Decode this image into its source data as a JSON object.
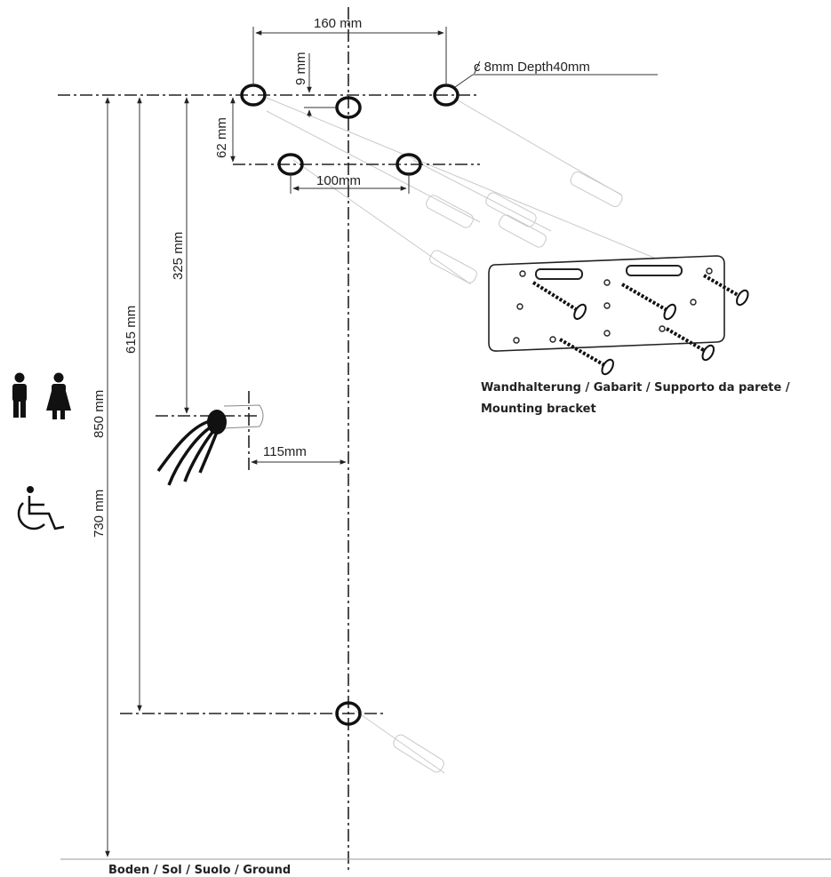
{
  "dimensions": {
    "d160": "160 mm",
    "d9": "9 mm",
    "hole": "ȼ 8mm  Depth40mm",
    "d62": "62 mm",
    "d100": "100mm",
    "d325": "325 mm",
    "d615": "615 mm",
    "d850": "850 mm",
    "d730": "730 mm",
    "d115": "115mm"
  },
  "bracket_label": {
    "line1": "Wandhalterung / Gabarit / Supporto da parete /",
    "line2": "Mounting bracket"
  },
  "ground_label": "Boden / Sol / Suolo / Ground",
  "icons": [
    "toilet-men-women-icon",
    "wheelchair-icon"
  ],
  "colors": {
    "line": "#222222",
    "ghost": "#c9c9c9"
  }
}
